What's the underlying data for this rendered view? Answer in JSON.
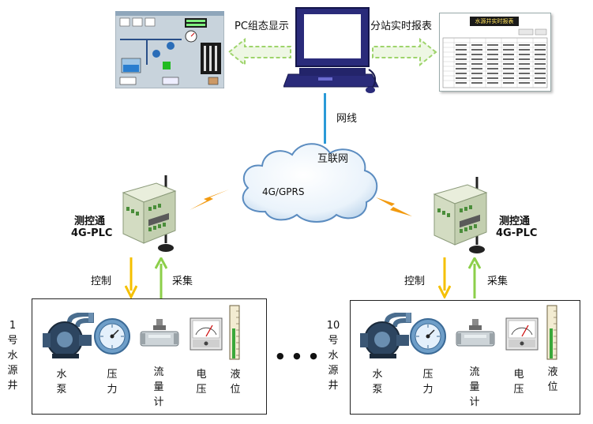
{
  "top": {
    "pc_display_label": "PC组态显示",
    "substation_report_label": "分站实时报表",
    "report_window_title": "水源井实时报表",
    "network_cable_label": "网线"
  },
  "cloud": {
    "internet_label": "互联网",
    "network_label": "4G/GPRS"
  },
  "plc_left": {
    "name_line1": "测控通",
    "name_line2": "4G-PLC",
    "control_label": "控制",
    "collect_label": "采集"
  },
  "plc_right": {
    "name_line1": "测控通",
    "name_line2": "4G-PLC",
    "control_label": "控制",
    "collect_label": "采集"
  },
  "site_left": {
    "id_label": "1号水源井",
    "devices": [
      "水泵",
      "压力",
      "流量计",
      "电压",
      "液位"
    ]
  },
  "site_right": {
    "id_label": "10号水源井",
    "devices": [
      "水泵",
      "压力",
      "流量计",
      "电压",
      "液位"
    ]
  },
  "ellipsis": "● ● ●",
  "colors": {
    "arrow_yellow": "#f5c000",
    "arrow_green": "#8ccf4a",
    "dashed_arrow": "#9ed46b",
    "cable_blue": "#2a9ad8",
    "lightning": "#f29a10"
  }
}
